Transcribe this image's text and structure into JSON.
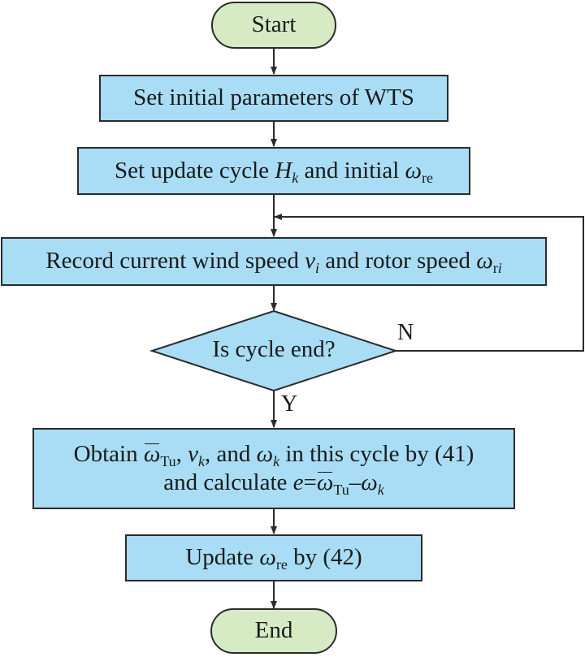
{
  "nodes": {
    "start": "Start",
    "set_params": "Set initial parameters of WTS",
    "set_cycle": {
      "pre": "Set update cycle ",
      "H": "H",
      "k": "k",
      "mid": " and initial ",
      "omega": "ω",
      "re": "re"
    },
    "record": {
      "pre": "Record current wind speed ",
      "v": "v",
      "i": "i",
      "mid": " and rotor speed ",
      "omega": "ω",
      "r": "r",
      "i2": "i"
    },
    "decision": "Is cycle end?",
    "obtain": {
      "pre": "Obtain ",
      "omega_bar": "ω",
      "Tu": "Tu",
      "comma1": ", ",
      "v": "v",
      "k": "k",
      "comma2": ", and ",
      "omega": "ω",
      "k2": "k",
      "post": " in this cycle by (41)",
      "line2_pre": "and calculate ",
      "e": "e",
      "eq": "=",
      "omega_bar2": "ω",
      "Tu2": "Tu",
      "minus": "–",
      "omega2": "ω",
      "k3": "k"
    },
    "update": {
      "pre": "Update ",
      "omega": "ω",
      "re": "re",
      "post": " by (42)"
    },
    "end": "End"
  },
  "branches": {
    "no": "N",
    "yes": "Y"
  },
  "colors": {
    "terminal_fill": "#d6ebc4",
    "process_fill": "#a8ddf5",
    "decision_fill": "#a8ddf5",
    "stroke": "#2b2b2b"
  }
}
